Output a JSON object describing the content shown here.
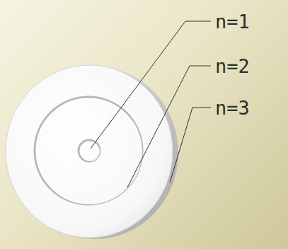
{
  "diagram": {
    "labels": [
      "n=1",
      "n=2",
      "n=3"
    ]
  }
}
